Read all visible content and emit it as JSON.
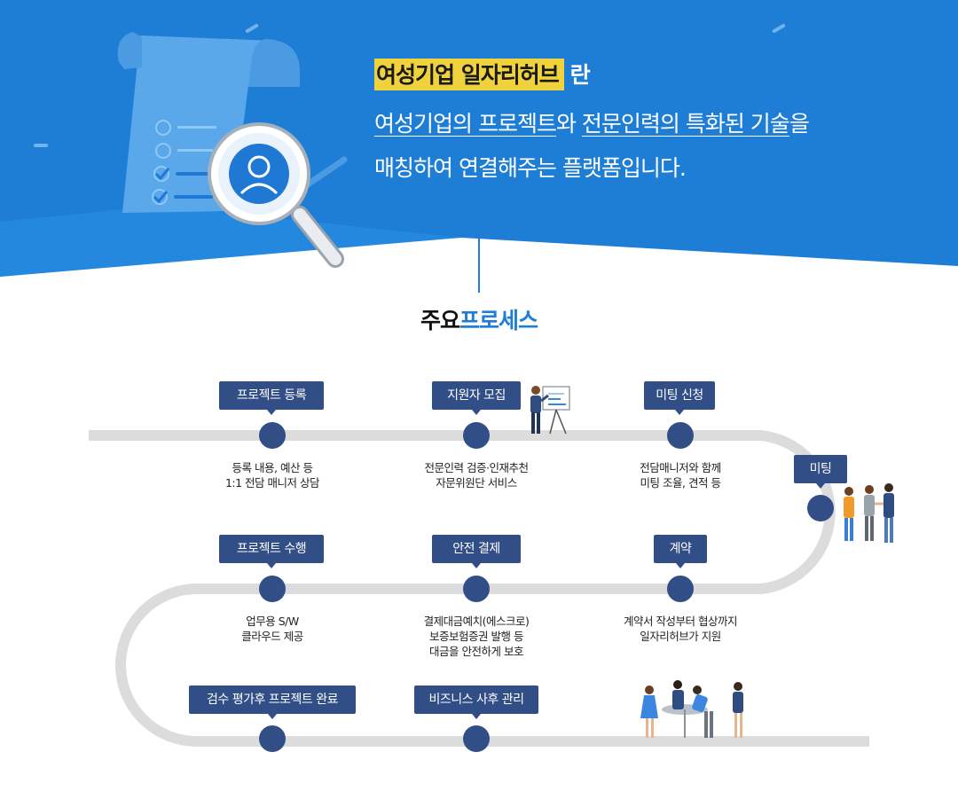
{
  "hero": {
    "highlight": "여성기업 일자리허브",
    "suffix": "란",
    "line2": {
      "u1": "여성기업의 프로젝트",
      "t1": "와 ",
      "u2": "전문인력의 특화된 기술",
      "t2": "을"
    },
    "line3": "매칭하여 연결해주는 플랫폼입니다."
  },
  "section": {
    "title_black": "주요",
    "title_blue": "프로세스"
  },
  "steps": {
    "register": {
      "label": "프로젝트 등록",
      "desc": [
        "등록 내용, 예산 등",
        "1:1 전담 매니저 상담"
      ]
    },
    "recruit": {
      "label": "지원자 모집",
      "desc": [
        "전문인력 검증·인재추천",
        "자문위원단 서비스"
      ]
    },
    "meeting_request": {
      "label": "미팅 신청",
      "desc": [
        "전담매니저와 함께",
        "미팅 조율, 견적 등"
      ]
    },
    "meeting": {
      "label": "미팅"
    },
    "contract": {
      "label": "계약",
      "desc": [
        "계약서 작성부터 협상까지",
        "일자리허브가 지원"
      ]
    },
    "payment": {
      "label": "안전 결제",
      "desc": [
        "결제대금예치(에스크로)",
        "보증보험증권 발행 등",
        "대금을 안전하게 보호"
      ]
    },
    "execute": {
      "label": "프로젝트 수행",
      "desc": [
        "업무용 S/W",
        "클라우드 제공"
      ]
    },
    "complete": {
      "label": "검수 평가후 프로젝트 완료"
    },
    "aftercare": {
      "label": "비즈니스 사후 관리"
    }
  },
  "colors": {
    "hero_blue": "#1e7ed6",
    "highlight": "#f0d23c",
    "label_navy": "#324e87",
    "track_gray": "#dcdcdc",
    "title_blue": "#1e7ed6"
  }
}
